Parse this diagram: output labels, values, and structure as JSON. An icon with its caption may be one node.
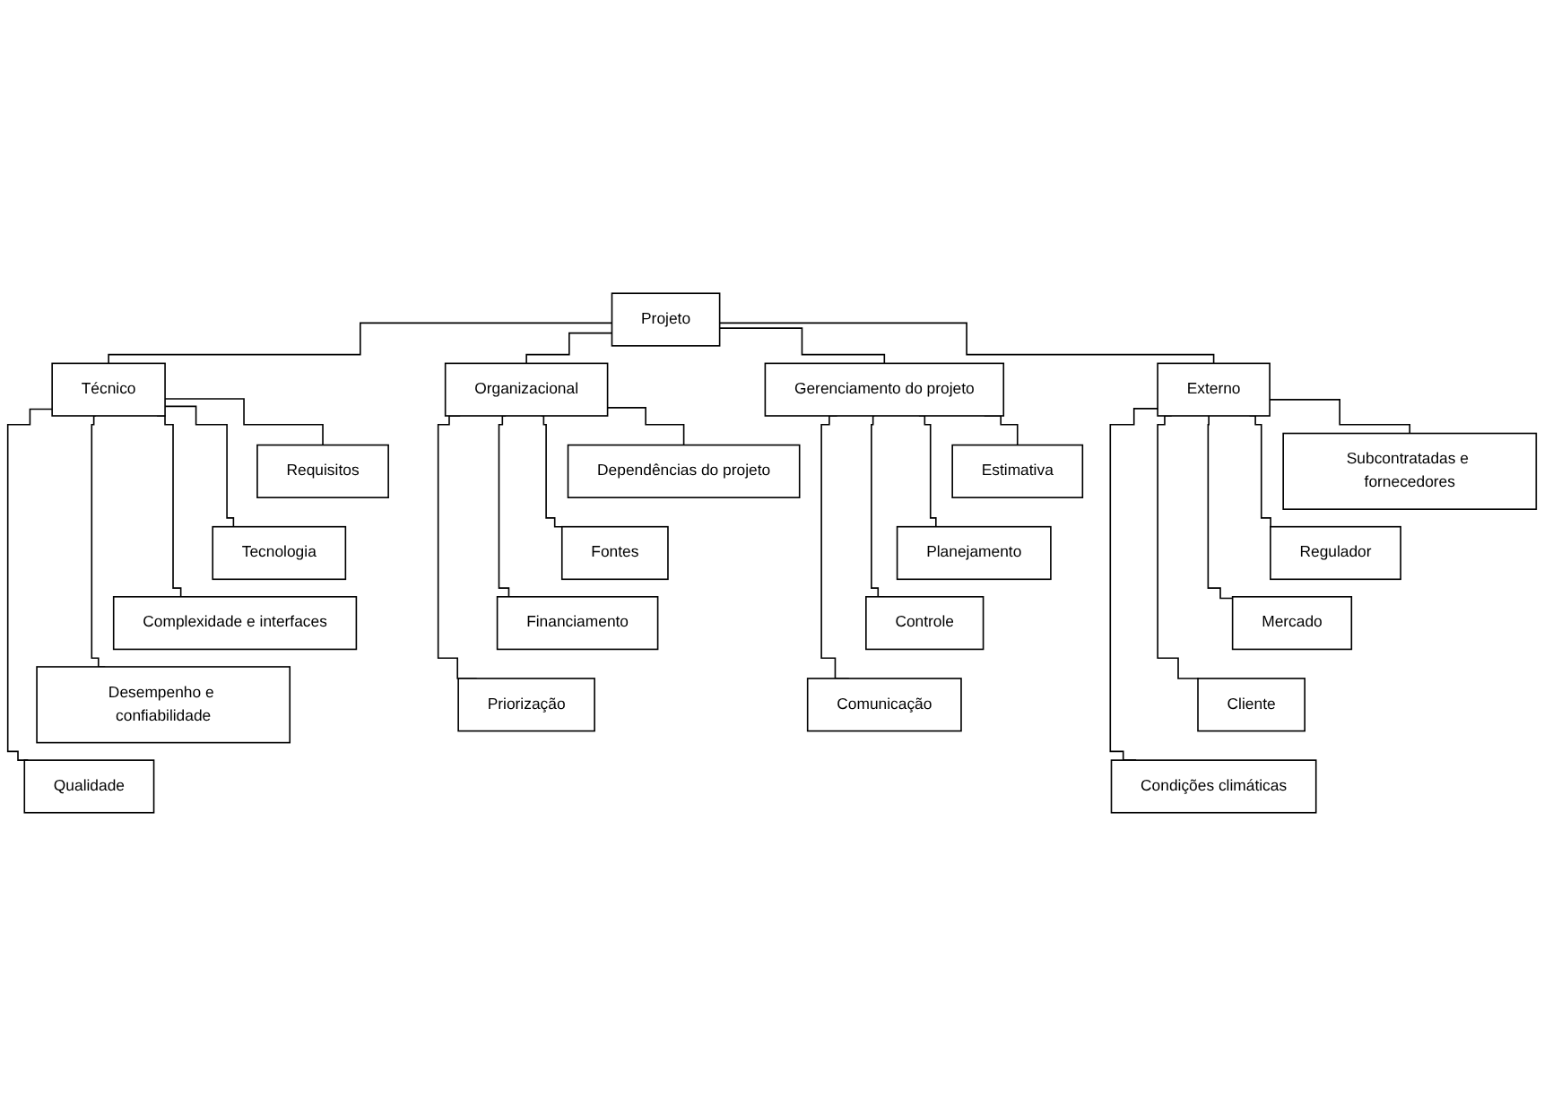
{
  "diagram": {
    "nodes": [
      {
        "text": [
          "Projeto"
        ]
      },
      {
        "text": [
          "Técnico"
        ]
      },
      {
        "text": [
          "Requisitos"
        ]
      },
      {
        "text": [
          "Tecnologia"
        ]
      },
      {
        "text": [
          "Complexidade e interfaces"
        ]
      },
      {
        "text": [
          "Desempenho e confiabilidade"
        ]
      },
      {
        "text": [
          "Qualidade"
        ]
      },
      {
        "text": [
          "Externo"
        ]
      },
      {
        "text": [
          "Subcontratadas e fornecedores"
        ]
      },
      {
        "text": [
          "Regulador"
        ]
      },
      {
        "text": [
          "Mercado"
        ]
      },
      {
        "text": [
          "Cliente"
        ]
      },
      {
        "text": [
          "Condições climáticas"
        ]
      },
      {
        "text": [
          "Organizacional"
        ]
      },
      {
        "text": [
          "Dependências do projeto"
        ]
      },
      {
        "text": [
          "Fontes"
        ]
      },
      {
        "text": [
          "Financiamento"
        ]
      },
      {
        "text": [
          "Priorização"
        ]
      },
      {
        "text": [
          "Gerenciamento do projeto"
        ]
      },
      {
        "text": [
          "Estimativa"
        ]
      },
      {
        "text": [
          "Planejamento"
        ]
      },
      {
        "text": [
          "Controle"
        ]
      },
      {
        "text": [
          "Comunicação"
        ]
      }
    ],
    "edges": [
      {
        "from": 0,
        "to": 1,
        "arrow": "none"
      },
      {
        "from": 0,
        "to": 7,
        "arrow": "none"
      },
      {
        "from": 0,
        "to": 13,
        "arrow": "none"
      },
      {
        "from": 0,
        "to": 18,
        "arrow": "none"
      },
      {
        "from": 1,
        "to": 2,
        "arrow": "none"
      },
      {
        "from": 1,
        "to": 3,
        "arrow": "none"
      },
      {
        "from": 1,
        "to": 4,
        "arrow": "none"
      },
      {
        "from": 1,
        "to": 5,
        "arrow": "none"
      },
      {
        "from": 1,
        "to": 6,
        "arrow": "none"
      },
      {
        "from": 7,
        "to": 8,
        "arrow": "none"
      },
      {
        "from": 7,
        "to": 9,
        "arrow": "none"
      },
      {
        "from": 7,
        "to": 10,
        "arrow": "none"
      },
      {
        "from": 7,
        "to": 11,
        "arrow": "none"
      },
      {
        "from": 7,
        "to": 12,
        "arrow": "none"
      },
      {
        "from": 13,
        "to": 14,
        "arrow": "none"
      },
      {
        "from": 13,
        "to": 15,
        "arrow": "none"
      },
      {
        "from": 13,
        "to": 16,
        "arrow": "none"
      },
      {
        "from": 13,
        "to": 17,
        "arrow": "none"
      },
      {
        "from": 18,
        "to": 19,
        "arrow": "none"
      },
      {
        "from": 18,
        "to": 20,
        "arrow": "none"
      },
      {
        "from": 18,
        "to": 21,
        "arrow": "none"
      },
      {
        "from": 18,
        "to": 22,
        "arrow": "none"
      }
    ]
  }
}
